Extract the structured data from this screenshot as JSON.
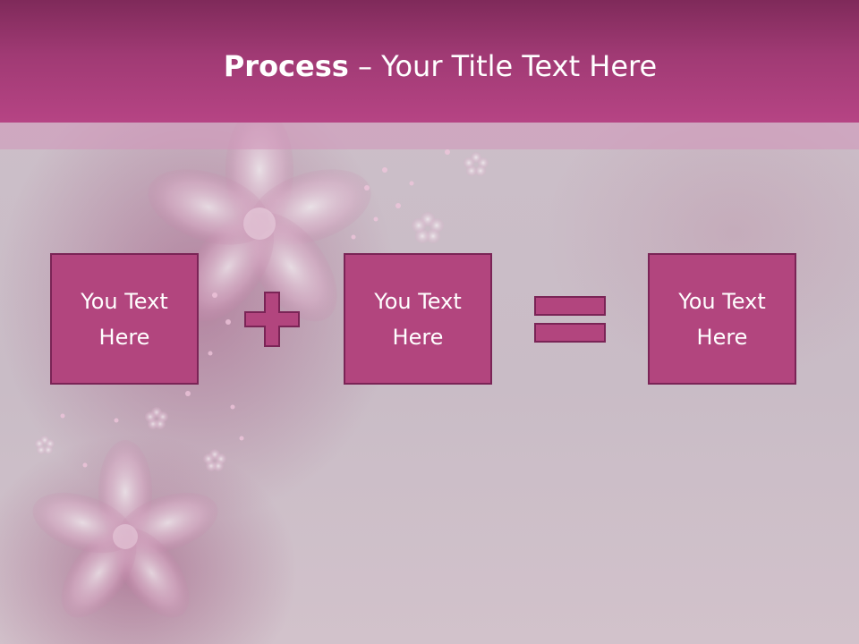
{
  "slide": {
    "title_bold": "Process",
    "title_rest": " – Your Title Text Here",
    "boxes": [
      {
        "text": "You Text Here"
      },
      {
        "text": "You Text Here"
      },
      {
        "text": "You Text Here"
      }
    ],
    "operators": [
      "plus-icon",
      "equals-icon"
    ]
  },
  "colors": {
    "header": "#a03a74",
    "box_fill": "#b2457e",
    "box_border": "#7a2456",
    "background": "#cbbfc8"
  }
}
